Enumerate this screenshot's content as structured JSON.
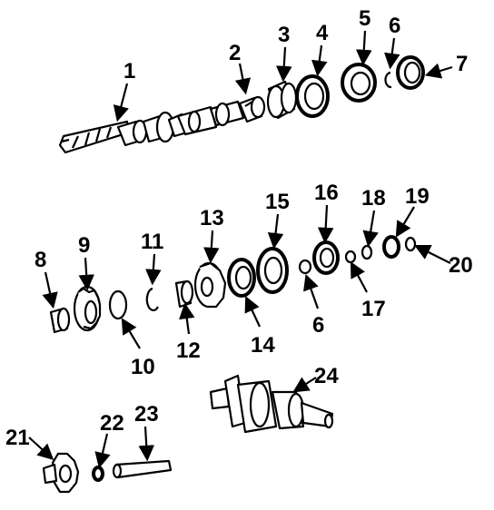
{
  "callouts": [
    {
      "id": "1",
      "text": "1"
    },
    {
      "id": "2",
      "text": "2"
    },
    {
      "id": "3",
      "text": "3"
    },
    {
      "id": "4",
      "text": "4"
    },
    {
      "id": "5",
      "text": "5"
    },
    {
      "id": "6a",
      "text": "6"
    },
    {
      "id": "7",
      "text": "7"
    },
    {
      "id": "8",
      "text": "8"
    },
    {
      "id": "9",
      "text": "9"
    },
    {
      "id": "10",
      "text": "10"
    },
    {
      "id": "11",
      "text": "11"
    },
    {
      "id": "12",
      "text": "12"
    },
    {
      "id": "13",
      "text": "13"
    },
    {
      "id": "14",
      "text": "14"
    },
    {
      "id": "15",
      "text": "15"
    },
    {
      "id": "6b",
      "text": "6"
    },
    {
      "id": "16",
      "text": "16"
    },
    {
      "id": "17",
      "text": "17"
    },
    {
      "id": "18",
      "text": "18"
    },
    {
      "id": "19",
      "text": "19"
    },
    {
      "id": "20",
      "text": "20"
    },
    {
      "id": "21",
      "text": "21"
    },
    {
      "id": "22",
      "text": "22"
    },
    {
      "id": "23",
      "text": "23"
    },
    {
      "id": "24",
      "text": "24"
    }
  ]
}
